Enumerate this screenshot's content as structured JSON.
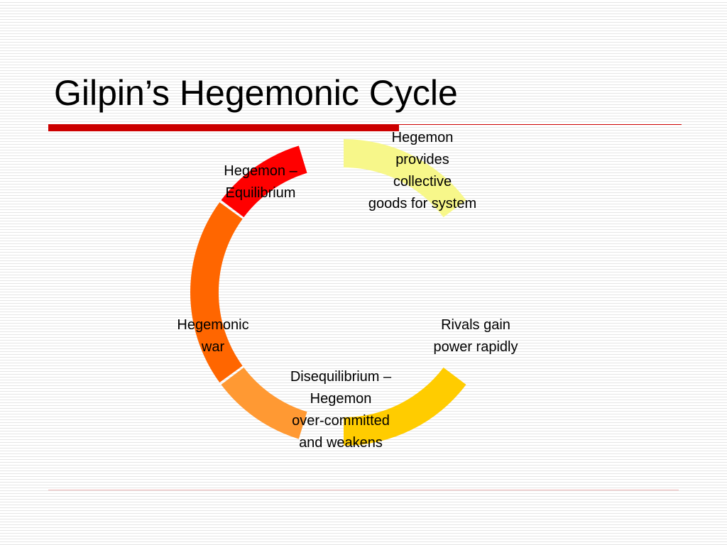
{
  "slide": {
    "title": "Gilpin’s Hegemonic Cycle"
  },
  "cycle": {
    "stages": [
      {
        "label": "Hegemon\nprovides\ncollective\ngoods for system",
        "color": "#ffcc00"
      },
      {
        "label": "Rivals gain\npower rapidly",
        "color": "#ff9933"
      },
      {
        "label": "Disequilibrium –\nHegemon\nover-committed\nand weakens",
        "color": "#ff6600"
      },
      {
        "label": "Hegemonic\nwar",
        "color": "#ff0000"
      },
      {
        "label": "Hegemon –\nEquilibrium",
        "color": "#f7f78a"
      }
    ]
  },
  "colors": {
    "accent_rule": "#cc0000",
    "footer_rule": "#f2b8b8"
  }
}
